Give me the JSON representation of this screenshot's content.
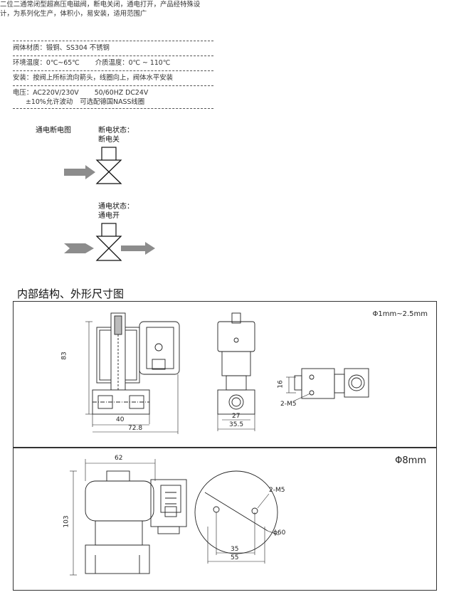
{
  "description": "二位二通常闭型超高压电磁阀，断电关闭，通电打开，产品经特殊设计，为系列化生产，体积小，易安装，适用范围广",
  "specs": {
    "material": "阀体材质：锻铜、SS304 不锈钢",
    "temperature": "环境温度：0℃~65℃",
    "medium_temperature": "介质温度：0℃ ~ 110℃",
    "install": "安装：按阀上所标流向箭头，线圈向上，阀体水平安装",
    "voltage": "电压：AC220V/230V",
    "frequency": "50/60HZ  DC24V",
    "tolerance": "±10%允许波动",
    "coil": "可选配德国NASS线圈"
  },
  "diagram": {
    "title": "通电断电图",
    "off_state_1": "断电状态：",
    "off_state_2": "断电关",
    "on_state_1": "通电状态：",
    "on_state_2": "通电开"
  },
  "section_title": "内部结构、外形尺寸图",
  "panel1": {
    "spec": "Φ1mm~2.5mm",
    "dim_height": "83",
    "dim_40": "40",
    "dim_72_8": "72.8",
    "dim_27": "27",
    "dim_35_5": "35.5",
    "dim_16": "16",
    "dim_m5": "2-M5"
  },
  "panel2": {
    "spec": "Φ8mm",
    "dim_62": "62",
    "dim_height": "103",
    "dim_m5": "2-M5",
    "dim_phi60": "ϕ60",
    "dim_35": "35",
    "dim_55": "55"
  },
  "colors": {
    "line": "#222222",
    "arrow": "#8c8c8c"
  }
}
